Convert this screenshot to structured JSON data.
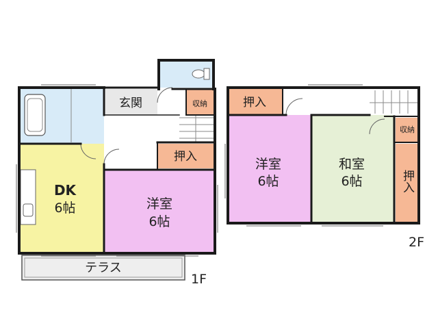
{
  "floor1": {
    "label": "1F",
    "rooms": {
      "dk": {
        "name": "DK",
        "size": "6帖"
      },
      "western": {
        "name": "洋室",
        "size": "6帖"
      },
      "entrance": {
        "name": "玄関"
      },
      "storage": {
        "name": "収納"
      },
      "closet": {
        "name": "押入"
      },
      "terrace": {
        "name": "テラス"
      }
    }
  },
  "floor2": {
    "label": "2F",
    "rooms": {
      "western": {
        "name": "洋室",
        "size": "6帖"
      },
      "japanese": {
        "name": "和室",
        "size": "6帖"
      },
      "closet_top": {
        "name": "押入"
      },
      "closet_right": {
        "name": "押入"
      },
      "storage": {
        "name": "収納"
      }
    }
  },
  "colors": {
    "dk": "#f7f3a3",
    "western": "#f2c0f2",
    "japanese": "#e6f0d6",
    "closet": "#f6b895",
    "bath": "#d8ebf8",
    "entrance": "#e8e8e8",
    "terrace": "#eeeeee",
    "wall": "#1a1a1a"
  }
}
